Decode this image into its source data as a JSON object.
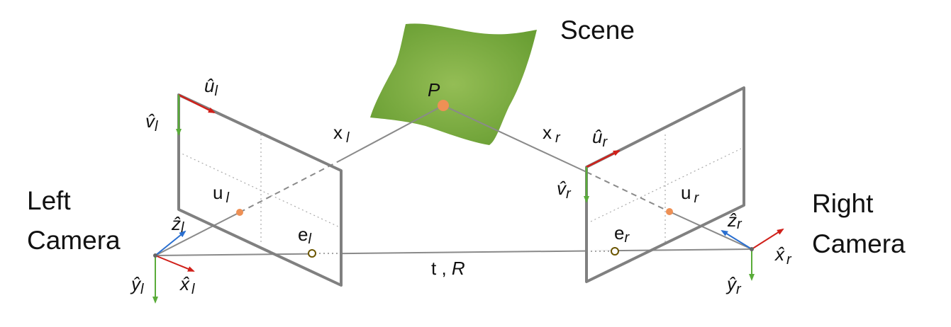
{
  "title": "Stereo camera epipolar geometry",
  "scene_label": "Scene",
  "left_camera": {
    "line1": "Left",
    "line2": "Camera"
  },
  "right_camera": {
    "line1": "Right",
    "line2": "Camera"
  },
  "point_label": "P",
  "baseline_label": {
    "t": "t ,",
    "r": "R"
  },
  "labels": {
    "x_l": {
      "main": "x",
      "sub": "l"
    },
    "x_r": {
      "main": "x",
      "sub": "r"
    },
    "u_l": {
      "main": "u",
      "sub": "l"
    },
    "u_r": {
      "main": "u",
      "sub": "r"
    },
    "e_l": {
      "main": "e",
      "sub": "l"
    },
    "e_r": {
      "main": "e",
      "sub": "r"
    },
    "uhat_l": {
      "main": "û",
      "sub": "l"
    },
    "vhat_l": {
      "main": "v̂",
      "sub": "l"
    },
    "uhat_r": {
      "main": "û",
      "sub": "r"
    },
    "vhat_r": {
      "main": "v̂",
      "sub": "r"
    },
    "zhat_l": {
      "main": "ẑ",
      "sub": "l"
    },
    "xhat_l": {
      "main": "x̂",
      "sub": "l"
    },
    "yhat_l": {
      "main": "ŷ",
      "sub": "l"
    },
    "zhat_r": {
      "main": "ẑ",
      "sub": "r"
    },
    "xhat_r": {
      "main": "x̂",
      "sub": "r"
    },
    "yhat_r": {
      "main": "ŷ",
      "sub": "r"
    }
  },
  "colors": {
    "plane": "#808080",
    "ray": "#8a8a8a",
    "x_axis": "#d0201a",
    "y_axis": "#5aac3a",
    "z_axis": "#2a6fd0",
    "point": "#ee9055",
    "epipole": "#6b5500",
    "scene": "#7aac3f"
  }
}
